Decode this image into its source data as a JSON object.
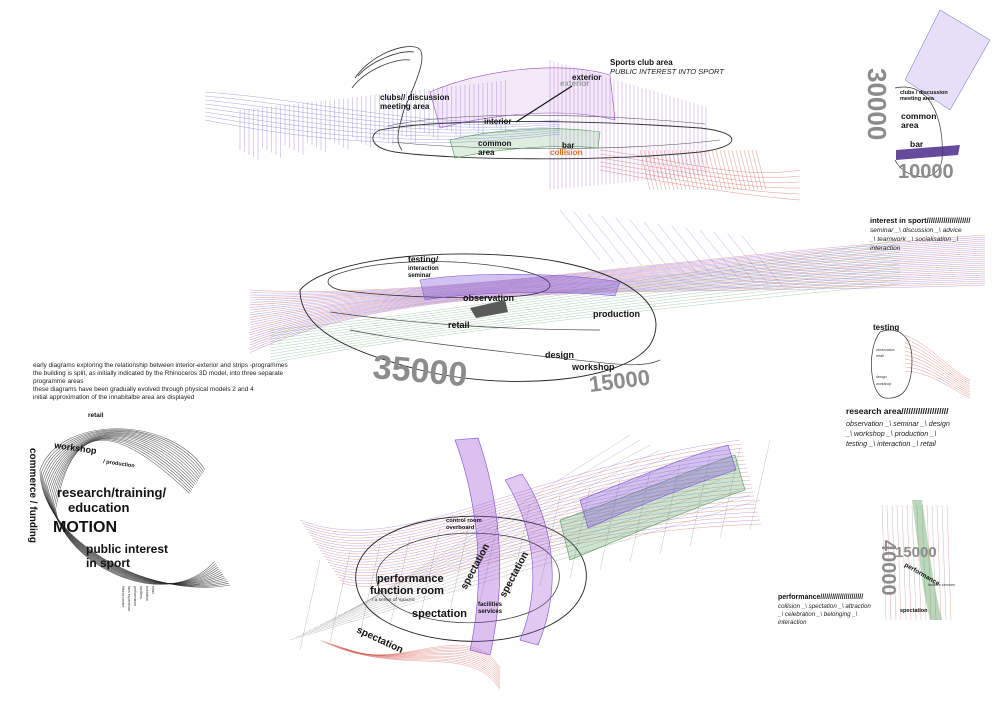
{
  "colors": {
    "purple": "#7b4fd6",
    "violet": "#9a4bd0",
    "green": "#4f9a55",
    "red": "#d4463c",
    "orange": "#e8731a",
    "blue": "#5a62d8",
    "grey": "#8c8c8c"
  },
  "sports_club": {
    "title": "Sports club area",
    "subtitle": "PUBLIC INTEREST INTO SPORT",
    "labels": {
      "exterior": "exterior",
      "exterior_shadow": "exterior",
      "clubs": "clubs// discussion",
      "meeting": "meeting area",
      "interior": "interior",
      "common": "common",
      "area": "area",
      "bar": "bar",
      "collision": "collision"
    }
  },
  "research": {
    "labels": {
      "testing": "testing/",
      "interaction": "interaction",
      "seminar": "seminar",
      "observation": "observation",
      "production": "production",
      "retail": "retail",
      "design": "design",
      "workshop": "workshop"
    },
    "num_big": "35000",
    "num_small": "15000"
  },
  "performance": {
    "labels": {
      "control_room": "control room",
      "overboard": "overboard",
      "performance": "performance",
      "function_room": "function room",
      "function_sub": "/ a series of 'spaces'",
      "spectation_1": "spectation",
      "spectation_2": "spectation",
      "spectation_3": "spectation",
      "spectation_4": "spectation",
      "facilities": "facilities",
      "services": "services"
    }
  },
  "description": {
    "lines": [
      "early diagrams exploring the relationship between interior-exterior and strips -programmes",
      "the building is split, as initially indicated by the Rhinoceros 3D model, into three separate",
      "programme areas",
      "these diagrams have been gradually evolved through physical models 2 and 4",
      "initial approximation of the innabitalbe area are displayed"
    ]
  },
  "motion": {
    "retail": "retail",
    "workshop": "workshop",
    "production": "/ production",
    "commerce": "commerce / funding",
    "research": "research/training/",
    "education": "education",
    "motion": "MOTION",
    "public_interest": "public interest",
    "in_sport": "in sport",
    "small_labels": [
      "fitness centre",
      "fans experience",
      "performance",
      "facilities",
      "exhibition",
      "retail"
    ]
  },
  "side_panel": {
    "sports": {
      "num_big": "30000",
      "num_small": "10000",
      "clubs": "clubs / discussion",
      "meeting": "meeting area",
      "common": "common",
      "area": "area",
      "bar": "bar",
      "title": "interest in sport/////////////////////",
      "desc": [
        "seminar _\\ discussion _\\ advice",
        "_\\ teamwork _\\ socialisation _\\",
        "interaction"
      ]
    },
    "research": {
      "testing": "testing",
      "mini_labels": [
        "observation",
        "retail",
        "design",
        "workshop"
      ],
      "title": "research area////////////////////",
      "desc": [
        "observation _\\ seminar _\\ design",
        "_\\ workshop _\\ production _\\",
        "testing _\\ interaction _\\ retail"
      ]
    },
    "performance": {
      "num_small": "15000",
      "num_big": "40000",
      "performance": "performance",
      "spectation": "spectation",
      "facilities": "facilities services",
      "title": "performance//////////////////////",
      "desc": [
        "collision _\\ spectation _\\ attraction",
        "_\\ celebration _\\ belonging _\\",
        "interaction"
      ]
    }
  }
}
